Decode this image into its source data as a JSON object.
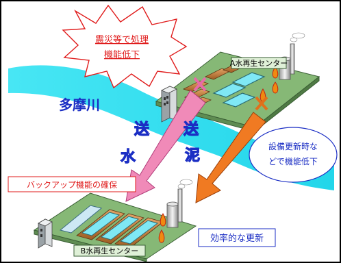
{
  "river_label": "多摩川",
  "burst": {
    "line1": "震災等で処理",
    "line2": "機能低下"
  },
  "facility_a": {
    "label": "A水再生センター"
  },
  "facility_b": {
    "label": "B水再生センター"
  },
  "arrow_water": {
    "char1": "送",
    "char2": "水"
  },
  "arrow_sludge": {
    "char1": "送",
    "char2": "泥"
  },
  "note_right": {
    "line1": "設備更新時な",
    "line2": "どで機能低下"
  },
  "note_backup": "バックアップ機能の確保",
  "note_efficient": "効率的な更新",
  "colors": {
    "river": "#33e0f0",
    "ground": "#86b876",
    "arrow_water": "#f08ab8",
    "arrow_sludge": "#f07a22",
    "tank": "#c87f3f",
    "pool": "#7fe8f5",
    "label_box": "#dff0d7",
    "red": "#e01b1b",
    "blue": "#1b2ec4"
  }
}
